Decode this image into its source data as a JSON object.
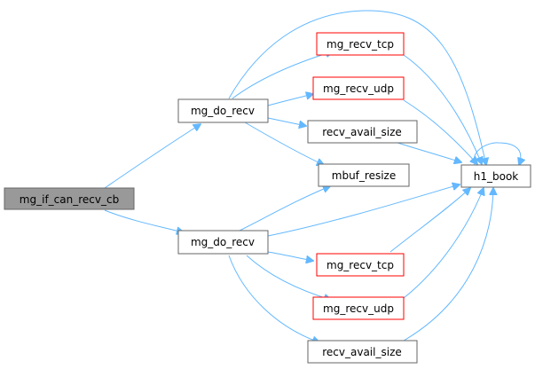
{
  "colors": {
    "edge": "#63b8ff",
    "root_fill": "#999999",
    "root_stroke": "#666666",
    "default_stroke": "#666666",
    "highlight_stroke": "#ff0000",
    "node_fill": "#ffffff"
  },
  "nodes": {
    "mg_if_can_recv_cb": "mg_if_can_recv_cb",
    "mg_do_recv_1": "mg_do_recv",
    "mg_do_recv_2": "mg_do_recv",
    "mg_recv_tcp_1": "mg_recv_tcp",
    "mg_recv_udp_1": "mg_recv_udp",
    "recv_avail_size_1": "recv_avail_size",
    "mbuf_resize": "mbuf_resize",
    "h1_book": "h1_book",
    "mg_recv_tcp_2": "mg_recv_tcp",
    "mg_recv_udp_2": "mg_recv_udp",
    "recv_avail_size_2": "recv_avail_size"
  }
}
